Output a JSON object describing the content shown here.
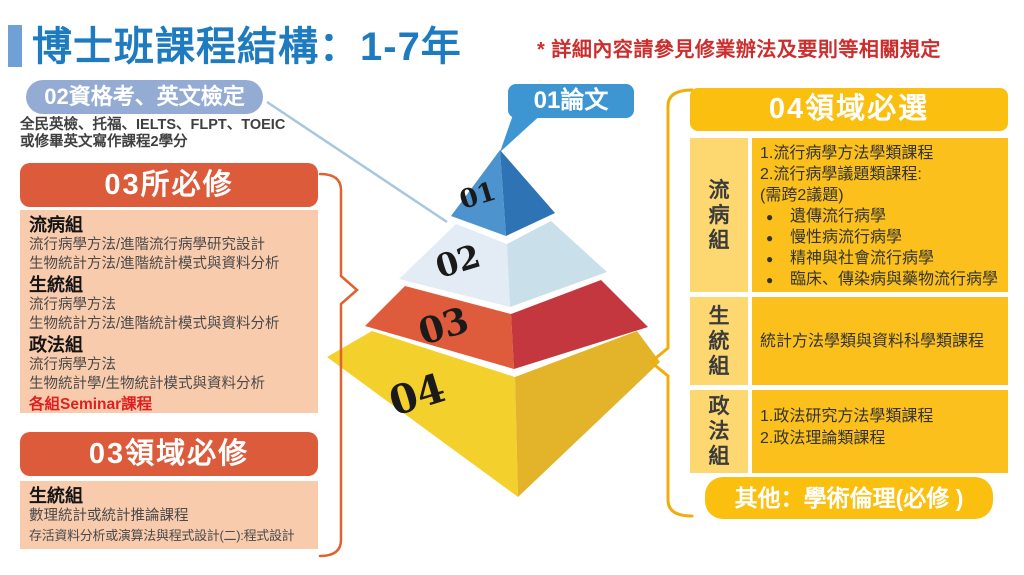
{
  "header": {
    "title": "博士班課程結構：1-7年",
    "note": "* 詳細內容請參見修業辦法及要則等相關規定"
  },
  "thesis_box": {
    "label": "01論文"
  },
  "qualification_box": {
    "header": "02資格考、英文檢定",
    "lines": [
      "全民英檢、托福、IELTS、FLPT、TOEIC",
      "或修畢英文寫作課程2學分"
    ]
  },
  "dept_required_box": {
    "header": "03所必修",
    "groups": [
      {
        "name": "流病組",
        "courses": [
          "流行病學方法/進階流行病學研究設計",
          "生物統計方法/進階統計模式與資料分析"
        ]
      },
      {
        "name": "生統組",
        "courses": [
          "流行病學方法",
          "生物統計方法/進階統計模式與資料分析"
        ]
      },
      {
        "name": "政法組",
        "courses": [
          "流行病學方法",
          "生物統計學/生物統計模式與資料分析"
        ]
      }
    ],
    "seminar_note": "各組Seminar課程"
  },
  "field_required_box": {
    "header": "03領域必修",
    "groups": [
      {
        "name": "生統組",
        "courses": [
          "數理統計或統計推論課程",
          "存活資料分析或演算法與程式設計(二):程式設計"
        ]
      }
    ]
  },
  "field_elective_box": {
    "header": "04領域必選",
    "sections": [
      {
        "group": "流病組",
        "lines": [
          "1.流行病學方法學類課程",
          "2.流行病學議題類課程:",
          "(需跨2議題)"
        ],
        "bullets": [
          "遺傳流行病學",
          "慢性病流行病學",
          "精神與社會流行病學",
          "臨床、傳染病與藥物流行病學"
        ]
      },
      {
        "group": "生統組",
        "lines": [
          "統計方法學類與資料科學類課程"
        ],
        "bullets": []
      },
      {
        "group": "政法組",
        "lines": [
          "1.政法研究方法學類課程",
          "2.政法理論類課程"
        ],
        "bullets": []
      }
    ]
  },
  "other_box": {
    "label": "其他：學術倫理(必修 )"
  },
  "pyramid": {
    "levels": [
      {
        "num": "01",
        "left": "#4D94CE",
        "right": "#2E74B5"
      },
      {
        "num": "02",
        "left": "#E3ECF5",
        "right": "#C9DFE9"
      },
      {
        "num": "03",
        "left": "#DE5B3B",
        "right": "#C5373E"
      },
      {
        "num": "04",
        "left": "#F4D02C",
        "right": "#E3B42A"
      }
    ]
  },
  "palette": {
    "title_blue": "#1E7BC0",
    "marker_blue": "#6FA0D6",
    "pill_blue": "#94ACD4",
    "thesis_blue": "#3D96D2",
    "red_header": "#DC5B3B",
    "peach_body": "#F8CBAD",
    "seminar_red": "#E02020",
    "note_red": "#CC2E2E",
    "yellow_header": "#FBBF10",
    "yellow_label": "#FDD870",
    "yellow_content": "#FBC01B",
    "brace_left": "#E0622F",
    "brace_right": "#F0AD0E",
    "line_blue": "#A9C6DE",
    "callout_blue": "#3D96D2"
  }
}
